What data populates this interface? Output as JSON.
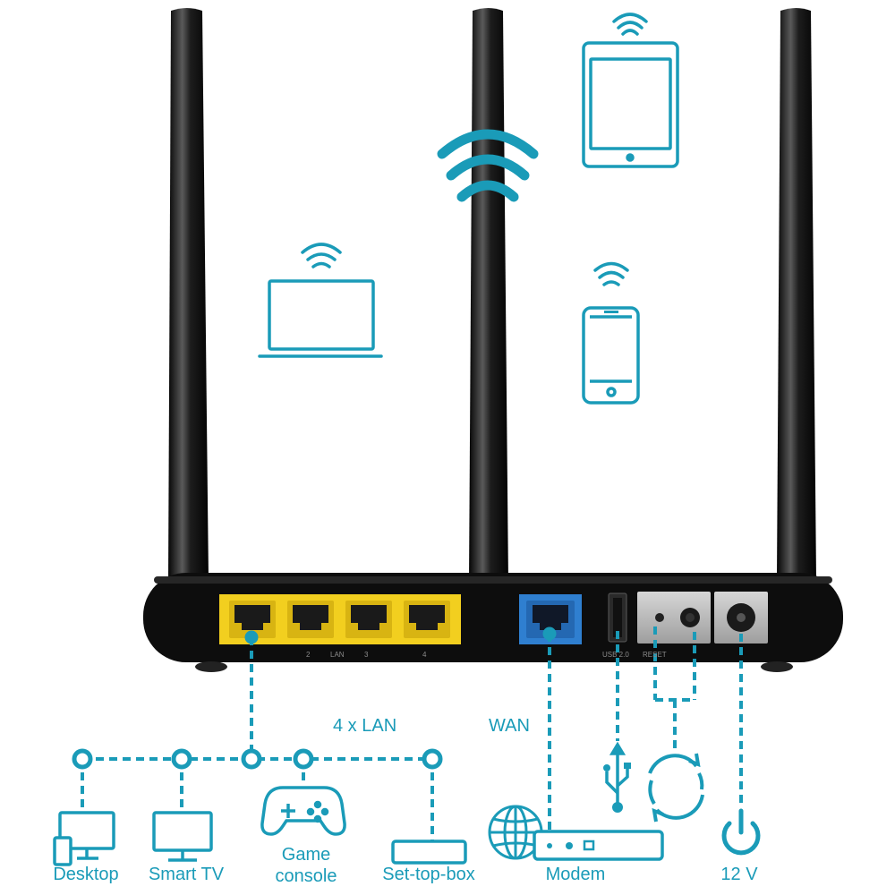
{
  "colors": {
    "accent": "#1a9bb8",
    "router_body": "#0d0d0d",
    "lan_port": "#f2cf1f",
    "wan_port": "#2f7fd0",
    "panel_silver": "#b9b9b9"
  },
  "router": {
    "port_labels": {
      "lan_numbers": [
        "2",
        "3",
        "4"
      ],
      "lan": "LAN",
      "usb": "USB 2.0",
      "reset": "RESET"
    }
  },
  "labels": {
    "lan_group": "4 x LAN",
    "wan": "WAN",
    "desktop": "Desktop",
    "smart_tv": "Smart TV",
    "game_console_line1": "Game",
    "game_console_line2": "console",
    "set_top_box": "Set-top-box",
    "modem": "Modem",
    "power": "12 V"
  },
  "icons": {
    "wireless": [
      "laptop-icon",
      "tablet-icon",
      "smartphone-icon",
      "wifi-icon"
    ],
    "wired": [
      "desktop-icon",
      "smart-tv-icon",
      "gamepad-icon",
      "set-top-box-icon",
      "globe-icon",
      "modem-icon",
      "usb-icon",
      "refresh-icon",
      "power-icon"
    ]
  }
}
